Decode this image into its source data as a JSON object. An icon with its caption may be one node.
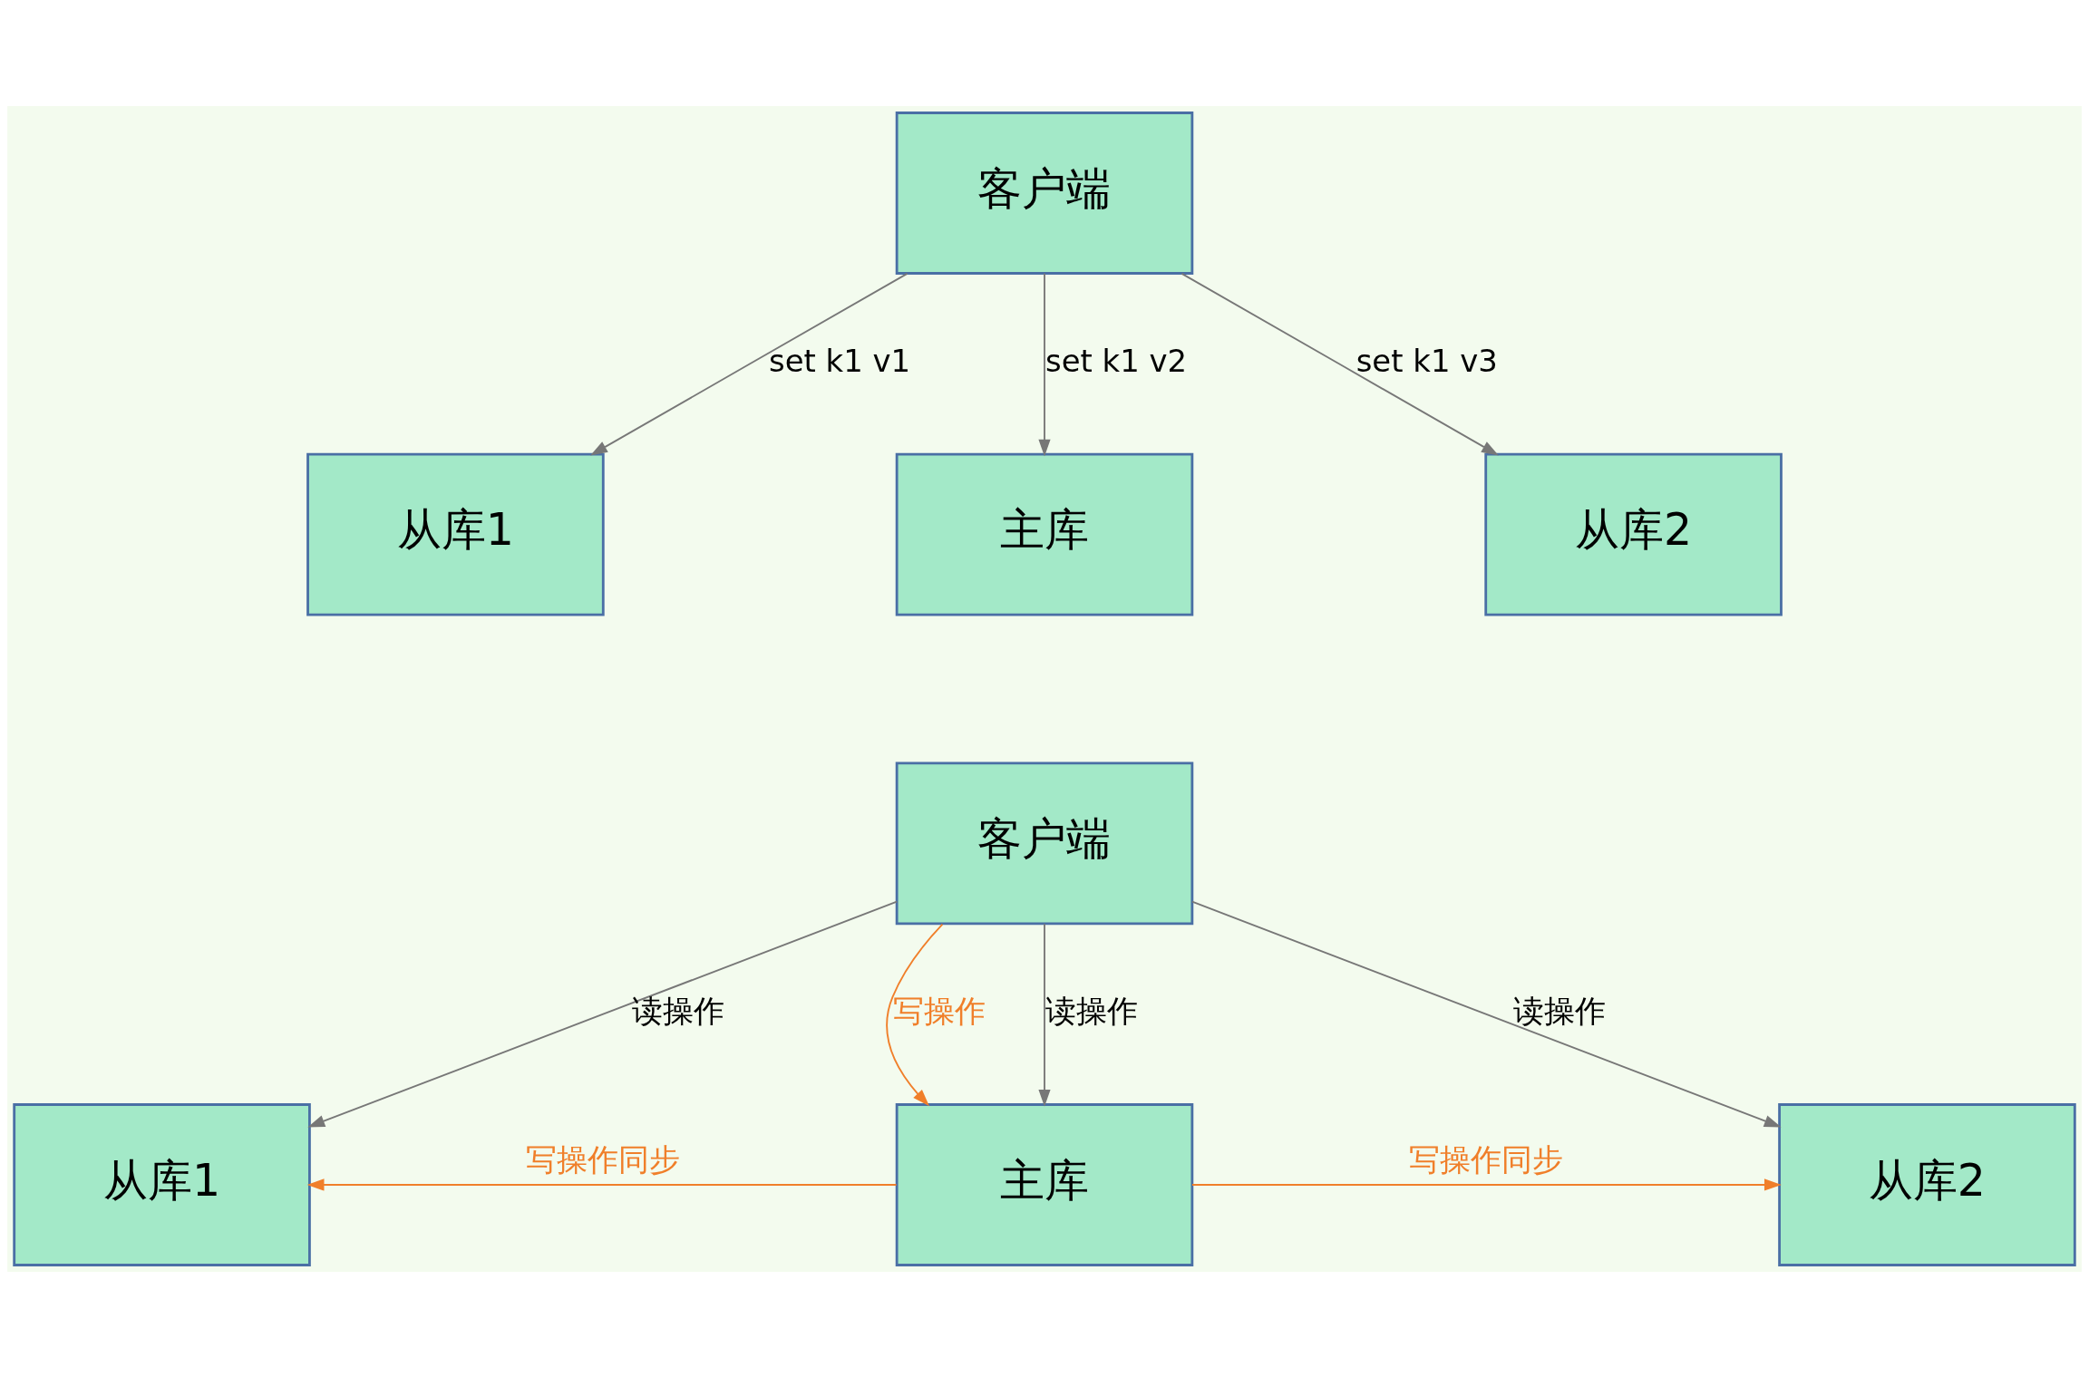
{
  "diagram": {
    "nodes": [
      {
        "text": [
          "客户端"
        ]
      },
      {
        "text": [
          "从库1"
        ]
      },
      {
        "text": [
          "主库"
        ]
      },
      {
        "text": [
          "从库2"
        ]
      },
      {
        "text": [
          "客户端"
        ]
      },
      {
        "text": [
          "从库1"
        ]
      },
      {
        "text": [
          "主库"
        ]
      },
      {
        "text": [
          "从库2"
        ]
      }
    ],
    "edges": [
      {
        "from": 0,
        "to": 1,
        "arrow": "to",
        "label": "set k1 v1"
      },
      {
        "from": 0,
        "to": 2,
        "arrow": "to",
        "label": "set k1 v2"
      },
      {
        "from": 0,
        "to": 3,
        "arrow": "to",
        "label": "set k1 v3"
      },
      {
        "from": 4,
        "to": 5,
        "arrow": "to",
        "label": "读操作"
      },
      {
        "from": 4,
        "to": 6,
        "arrow": "to",
        "label": "写操作",
        "color": "#f07f2a"
      },
      {
        "from": 4,
        "to": 6,
        "arrow": "to",
        "label": "读操作"
      },
      {
        "from": 4,
        "to": 7,
        "arrow": "to",
        "label": "读操作"
      },
      {
        "from": 6,
        "to": 5,
        "arrow": "to",
        "label": "写操作同步",
        "color": "#f07f2a"
      },
      {
        "from": 6,
        "to": 7,
        "arrow": "to",
        "label": "写操作同步",
        "color": "#f07f2a"
      }
    ]
  }
}
